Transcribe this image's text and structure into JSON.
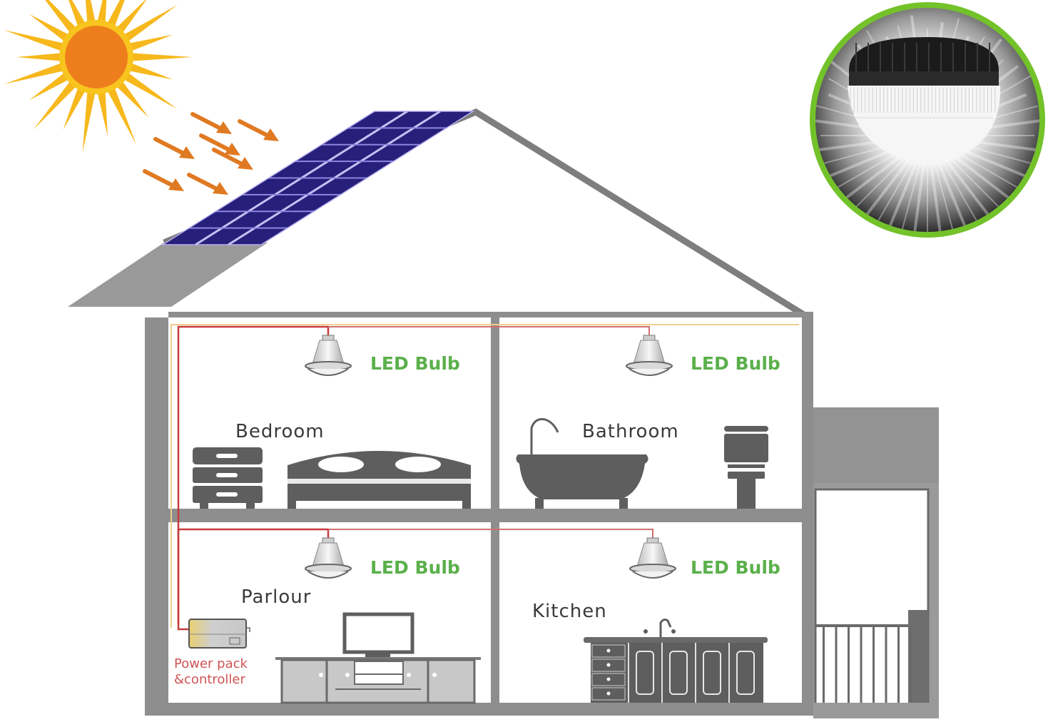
{
  "title": "Solar LED lighting system house diagram",
  "colors": {
    "wall": "#8e8e8e",
    "roof_shade": "#999999",
    "panel": "#26207a",
    "panel_line": "#b9b0f0",
    "sun_rays": "#f6b81c",
    "sun_core": "#ee7e1c",
    "arrows": "#e07a22",
    "wire": "#c83a3a",
    "led_text": "#5bb04b",
    "room_text": "#3a3a3a",
    "power_text": "#d05454",
    "ring": "#73c22a"
  },
  "rooms": {
    "bedroom": "Bedroom",
    "bathroom": "Bathroom",
    "parlour": "Parlour",
    "kitchen": "Kitchen"
  },
  "bulbs": [
    {
      "room": "bedroom",
      "label": "LED Bulb"
    },
    {
      "room": "bathroom",
      "label": "LED Bulb"
    },
    {
      "room": "parlour",
      "label": "LED Bulb"
    },
    {
      "room": "kitchen",
      "label": "LED Bulb"
    }
  ],
  "power_pack": {
    "line1": "Power pack",
    "line2": "&controller"
  },
  "solar_panel": {
    "rows": 8,
    "cols": 3
  },
  "sun": {
    "arrow_count": 7
  }
}
